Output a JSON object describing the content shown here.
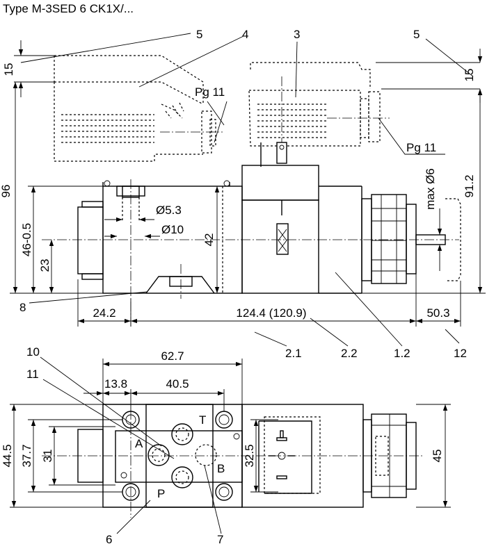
{
  "title": "Type M-3SED 6 CK1X/...",
  "labels": {
    "n1_2": "1.2",
    "n2_1": "2.1",
    "n2_2": "2.2",
    "n3": "3",
    "n4": "4",
    "n5_left": "5",
    "n5_right": "5",
    "n6": "6",
    "n7": "7",
    "n8": "8",
    "n10": "10",
    "n11": "11",
    "n12": "12",
    "pg11_left": "Pg 11",
    "pg11_right": "Pg 11"
  },
  "dims": {
    "d15_left": "15",
    "d15_right": "15",
    "d96": "96",
    "d46": "46-0.5",
    "d23": "23",
    "d42": "42",
    "d91_2": "91.2",
    "d5_3": "Ø5.3",
    "d10": "Ø10",
    "dmax6": "max Ø6",
    "d24_2": "24.2",
    "d124_4": "124.4 (120.9)",
    "d50_3": "50.3",
    "d62_7": "62.7",
    "d13_8": "13.8",
    "d40_5": "40.5",
    "d44_5": "44.5",
    "d37_7": "37.7",
    "d31": "31",
    "d32_5": "32.5",
    "d45": "45"
  },
  "ports": {
    "p": "P",
    "t": "T",
    "a": "A",
    "b": "B"
  }
}
